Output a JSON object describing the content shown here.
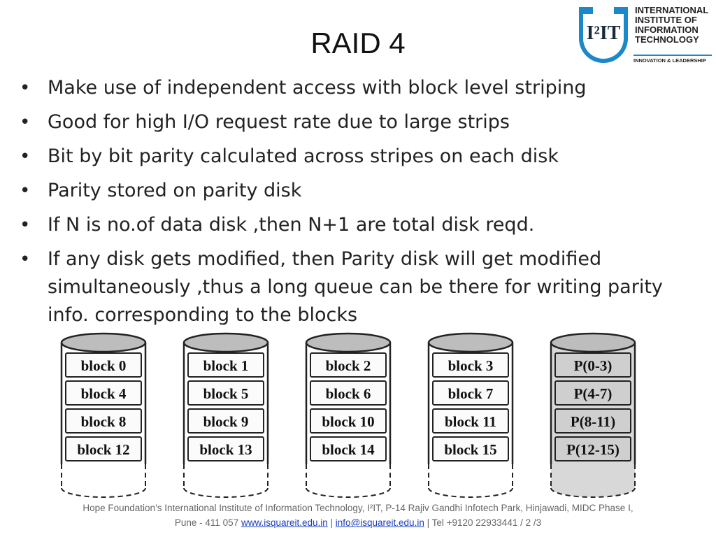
{
  "slide": {
    "title": "RAID 4"
  },
  "logo": {
    "mark": "I²IT",
    "name_lines": [
      "INTERNATIONAL",
      "INSTITUTE OF",
      "INFORMATION",
      "TECHNOLOGY"
    ],
    "tagline": "INNOVATION & LEADERSHIP",
    "accent_color": "#1b88c9"
  },
  "bullets": [
    "Make use of independent access with block level striping",
    "Good for high I/O request rate due to large strips",
    "Bit by bit parity calculated across stripes on each disk",
    "Parity stored on parity disk",
    "If N is no.of data disk ,then N+1 are total disk reqd.",
    "If any disk gets modified, then Parity disk will get modified simultaneously ,thus a long queue can be there for writing parity info. corresponding to the blocks"
  ],
  "disks": [
    {
      "blocks": [
        "block 0",
        "block 4",
        "block 8",
        "block 12"
      ],
      "parity": false
    },
    {
      "blocks": [
        "block 1",
        "block 5",
        "block 9",
        "block 13"
      ],
      "parity": false
    },
    {
      "blocks": [
        "block 2",
        "block 6",
        "block 10",
        "block 14"
      ],
      "parity": false
    },
    {
      "blocks": [
        "block 3",
        "block 7",
        "block 11",
        "block 15"
      ],
      "parity": false
    },
    {
      "blocks": [
        "P(0-3)",
        "P(4-7)",
        "P(8-11)",
        "P(12-15)"
      ],
      "parity": true
    }
  ],
  "footer": {
    "line1": "Hope Foundation’s International Institute of Information Technology, I²IT, P-14 Rajiv Gandhi Infotech Park, Hinjawadi,  MIDC Phase I,",
    "line2_prefix": "Pune - 411 057 ",
    "website": "www.isquareit.edu.in",
    "sep1": " | ",
    "email": "info@isquareit.edu.in",
    "line2_suffix": "  | Tel +9120 22933441 / 2 /3"
  }
}
